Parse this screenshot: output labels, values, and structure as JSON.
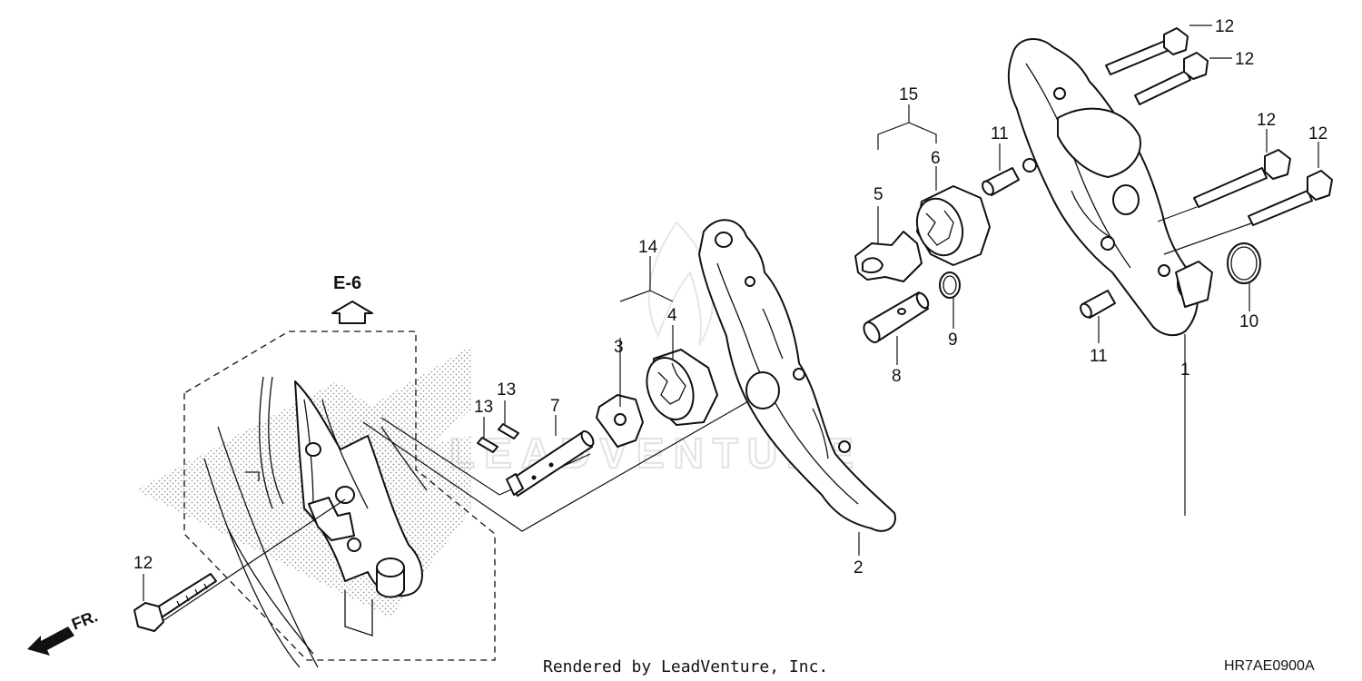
{
  "diagram": {
    "reference_arrow": {
      "label": "E-6"
    },
    "front_indicator": {
      "label": "FR."
    },
    "footer": {
      "rendered_by": "Rendered by LeadVenture, Inc.",
      "diagram_code": "HR7AE0900A"
    },
    "watermark": "LEADVENTURE",
    "callouts": [
      {
        "id": "c1",
        "label": "1"
      },
      {
        "id": "c2",
        "label": "2"
      },
      {
        "id": "c3",
        "label": "3"
      },
      {
        "id": "c4",
        "label": "4"
      },
      {
        "id": "c5",
        "label": "5"
      },
      {
        "id": "c6",
        "label": "6"
      },
      {
        "id": "c7",
        "label": "7"
      },
      {
        "id": "c8",
        "label": "8"
      },
      {
        "id": "c9",
        "label": "9"
      },
      {
        "id": "c10",
        "label": "10"
      },
      {
        "id": "c11a",
        "label": "11"
      },
      {
        "id": "c11b",
        "label": "11"
      },
      {
        "id": "c12a",
        "label": "12"
      },
      {
        "id": "c12b",
        "label": "12"
      },
      {
        "id": "c12c",
        "label": "12"
      },
      {
        "id": "c12d",
        "label": "12"
      },
      {
        "id": "c12e",
        "label": "12"
      },
      {
        "id": "c13a",
        "label": "13"
      },
      {
        "id": "c13b",
        "label": "13"
      },
      {
        "id": "c14",
        "label": "14"
      },
      {
        "id": "c15",
        "label": "15"
      }
    ]
  }
}
